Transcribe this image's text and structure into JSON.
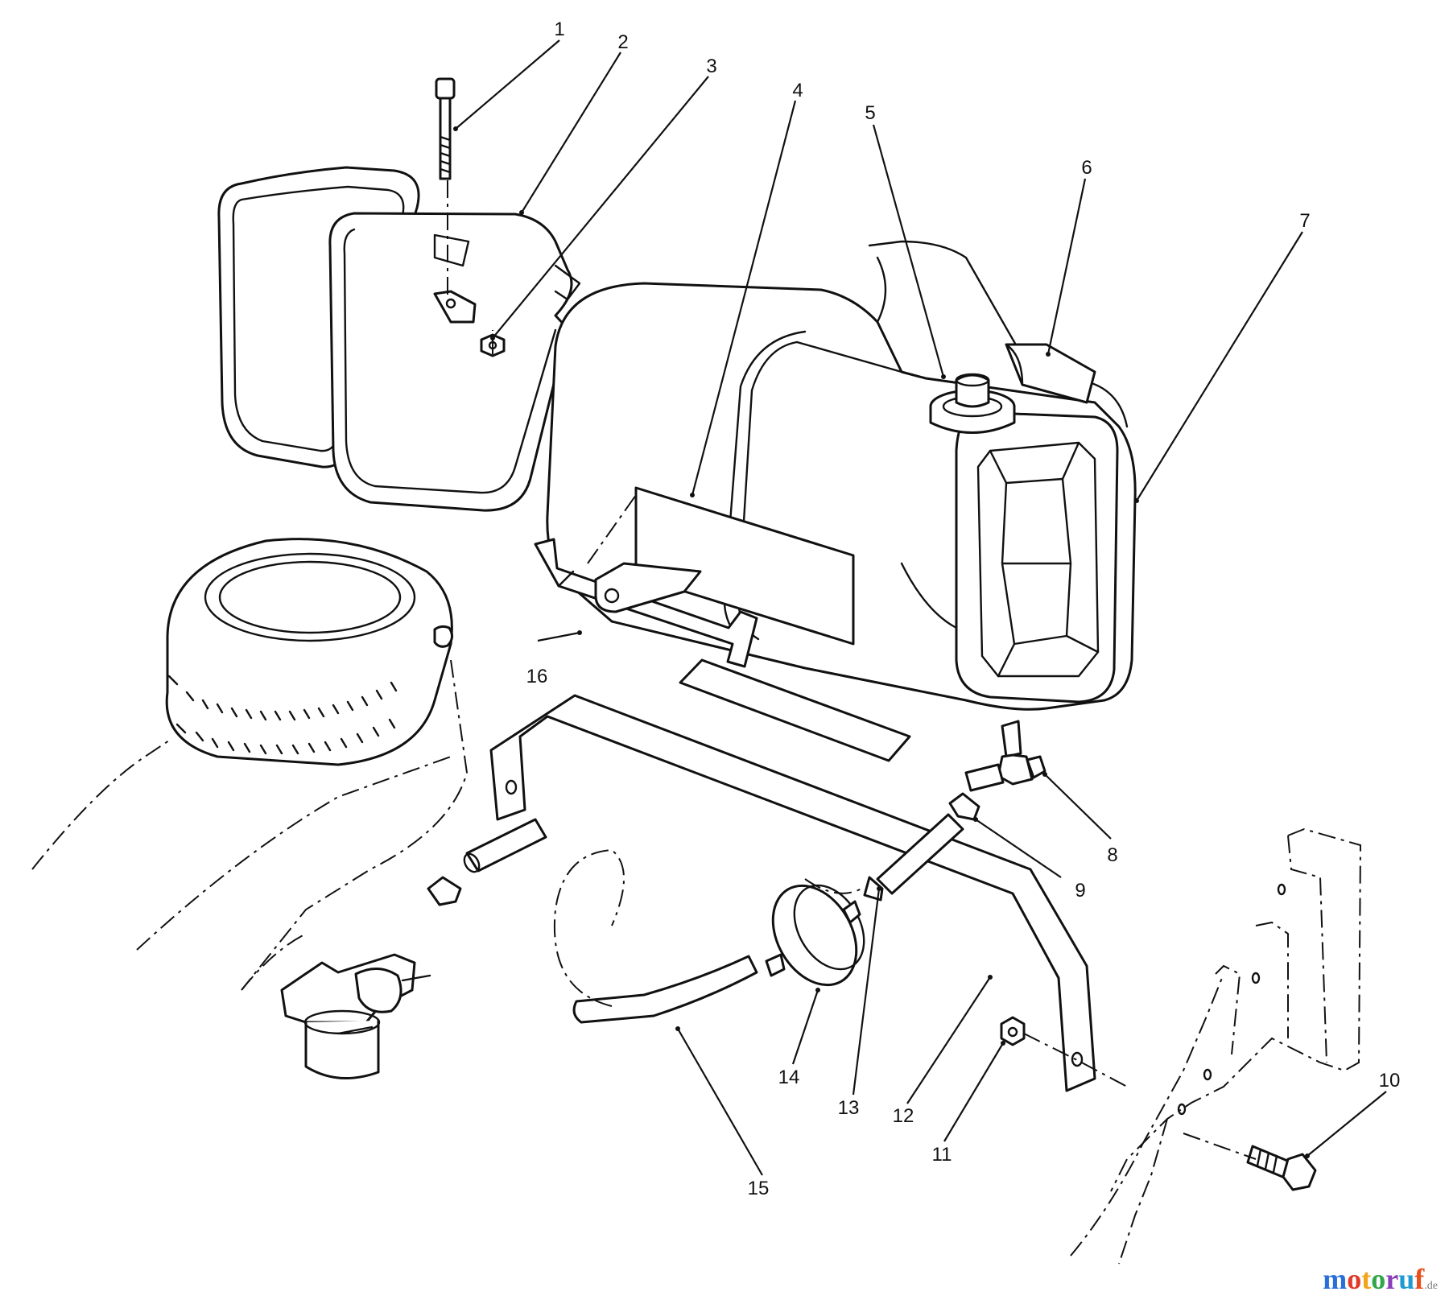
{
  "diagram": {
    "callouts": [
      {
        "id": "c1",
        "label": "1"
      },
      {
        "id": "c2",
        "label": "2"
      },
      {
        "id": "c3",
        "label": "3"
      },
      {
        "id": "c4",
        "label": "4"
      },
      {
        "id": "c5",
        "label": "5"
      },
      {
        "id": "c6",
        "label": "6"
      },
      {
        "id": "c7",
        "label": "7"
      },
      {
        "id": "c8",
        "label": "8"
      },
      {
        "id": "c9",
        "label": "9"
      },
      {
        "id": "c10",
        "label": "10"
      },
      {
        "id": "c11",
        "label": "11"
      },
      {
        "id": "c12",
        "label": "12"
      },
      {
        "id": "c13",
        "label": "13"
      },
      {
        "id": "c14",
        "label": "14"
      },
      {
        "id": "c15",
        "label": "15"
      },
      {
        "id": "c16",
        "label": "16"
      }
    ]
  },
  "watermark": {
    "text": "motoruf",
    "suffix": ".de",
    "colors": [
      "#2a6fd8",
      "#e23a2a",
      "#f2a51a",
      "#2fa84a",
      "#8a3fb8",
      "#1f9bd1",
      "#e8501f"
    ]
  }
}
